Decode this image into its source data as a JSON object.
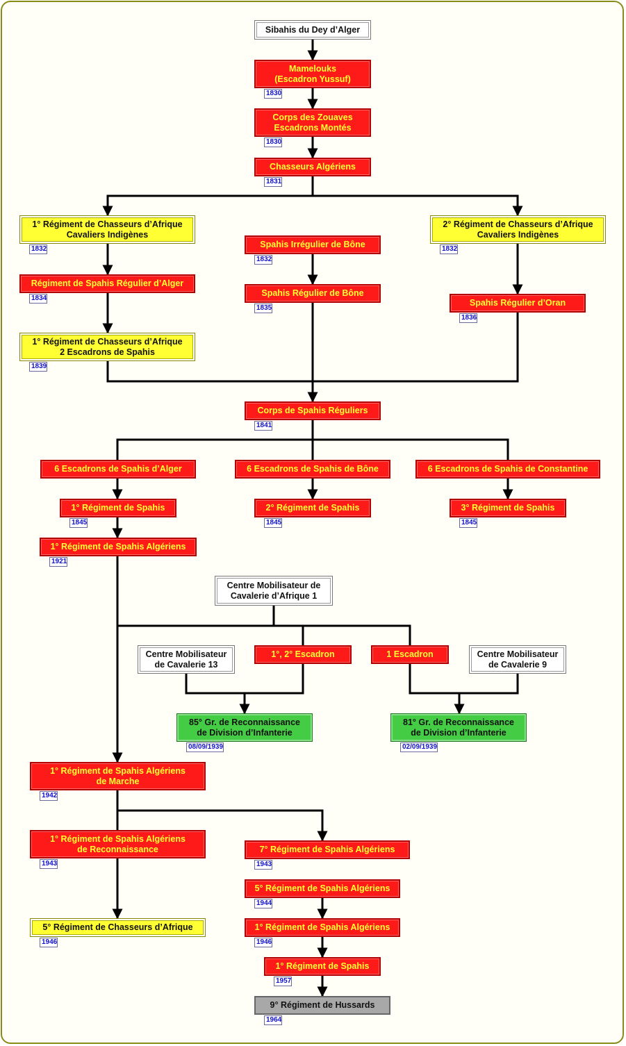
{
  "nodes": [
    {
      "id": "sibahis",
      "label": "Sibahis du Dey d’Alger",
      "style": "white"
    },
    {
      "id": "mamelouks",
      "label": "Mamelouks\n(Escadron Yussuf)",
      "style": "red",
      "date": "1830"
    },
    {
      "id": "zouaves",
      "label": "Corps des Zouaves\nEscadrons Montés",
      "style": "red",
      "date": "1830"
    },
    {
      "id": "chasseurs_alg",
      "label": "Chasseurs Algériens",
      "style": "red",
      "date": "1831"
    },
    {
      "id": "rca1_cav",
      "label": "1° Régiment de Chasseurs d’Afrique\nCavaliers Indigènes",
      "style": "yellow",
      "date": "1832"
    },
    {
      "id": "spahis_irr_bone",
      "label": "Spahis Irrégulier de Bône",
      "style": "red",
      "date": "1832"
    },
    {
      "id": "rca2_cav",
      "label": "2° Régiment de Chasseurs d’Afrique\nCavaliers Indigènes",
      "style": "yellow",
      "date": "1832"
    },
    {
      "id": "rsr_alger",
      "label": "Régiment de Spahis Régulier d’Alger",
      "style": "red",
      "date": "1834"
    },
    {
      "id": "spahis_reg_bone",
      "label": "Spahis Régulier de Bône",
      "style": "red",
      "date": "1835"
    },
    {
      "id": "spahis_reg_oran",
      "label": "Spahis Régulier d’Oran",
      "style": "red",
      "date": "1836"
    },
    {
      "id": "rca1_esc",
      "label": "1° Régiment de Chasseurs d’Afrique\n2 Escadrons de Spahis",
      "style": "yellow",
      "date": "1839"
    },
    {
      "id": "corps_spahis",
      "label": "Corps de Spahis Réguliers",
      "style": "red",
      "date": "1841"
    },
    {
      "id": "esc_alger",
      "label": "6 Escadrons de Spahis d’Alger",
      "style": "red"
    },
    {
      "id": "esc_bone",
      "label": "6 Escadrons de Spahis de Bône",
      "style": "red"
    },
    {
      "id": "esc_const",
      "label": "6 Escadrons de Spahis de Constantine",
      "style": "red"
    },
    {
      "id": "rs1",
      "label": "1° Régiment de Spahis",
      "style": "red",
      "date": "1845"
    },
    {
      "id": "rs2",
      "label": "2° Régiment de Spahis",
      "style": "red",
      "date": "1845"
    },
    {
      "id": "rs3",
      "label": "3° Régiment de Spahis",
      "style": "red",
      "date": "1845"
    },
    {
      "id": "rsa1_1921",
      "label": "1° Régiment de Spahis Algériens",
      "style": "red",
      "date": "1921"
    },
    {
      "id": "cm_caf1",
      "label": "Centre Mobilisateur de\nCavalerie d’Afrique 1",
      "style": "white"
    },
    {
      "id": "cm13",
      "label": "Centre Mobilisateur\nde Cavalerie 13",
      "style": "white"
    },
    {
      "id": "esc12",
      "label": "1°, 2° Escadron",
      "style": "red"
    },
    {
      "id": "esc1",
      "label": "1 Escadron",
      "style": "red"
    },
    {
      "id": "cm9",
      "label": "Centre Mobilisateur\nde Cavalerie 9",
      "style": "white"
    },
    {
      "id": "gr85",
      "label": "85° Gr. de Reconnaissance\nde Division d’Infanterie",
      "style": "green",
      "date": "08/09/1939"
    },
    {
      "id": "gr81",
      "label": "81° Gr. de Reconnaissance\nde Division d’Infanterie",
      "style": "green",
      "date": "02/09/1939"
    },
    {
      "id": "rsa_marche",
      "label": "1° Régiment de Spahis Algériens\nde Marche",
      "style": "red",
      "date": "1942"
    },
    {
      "id": "rsa_reco",
      "label": "1° Régiment de Spahis Algériens\nde Reconnaissance",
      "style": "red",
      "date": "1943"
    },
    {
      "id": "rsa7",
      "label": "7° Régiment de Spahis Algériens",
      "style": "red",
      "date": "1943"
    },
    {
      "id": "rsa5",
      "label": "5° Régiment de Spahis Algériens",
      "style": "red",
      "date": "1944"
    },
    {
      "id": "rca5",
      "label": "5° Régiment de Chasseurs d’Afrique",
      "style": "yellow",
      "date": "1946"
    },
    {
      "id": "rsa1_1946",
      "label": "1° Régiment de Spahis Algériens",
      "style": "red",
      "date": "1946"
    },
    {
      "id": "rs1_1957",
      "label": "1° Régiment de Spahis",
      "style": "red",
      "date": "1957"
    },
    {
      "id": "rh9",
      "label": "9° Régiment de Hussards",
      "style": "gray",
      "date": "1964"
    }
  ],
  "links": [
    {
      "from": "sibahis",
      "to": "mamelouks",
      "arrow": true
    },
    {
      "from": "mamelouks",
      "to": "zouaves",
      "arrow": true
    },
    {
      "from": "zouaves",
      "to": "chasseurs_alg",
      "arrow": true
    },
    {
      "from": "chasseurs_alg",
      "to": "rca1_cav",
      "arrow": true
    },
    {
      "from": "chasseurs_alg",
      "to": "rca2_cav",
      "arrow": true
    },
    {
      "from": "rca1_cav",
      "to": "rsr_alger",
      "arrow": true
    },
    {
      "from": "rsr_alger",
      "to": "rca1_esc",
      "arrow": true
    },
    {
      "from": "spahis_irr_bone",
      "to": "spahis_reg_bone",
      "arrow": true
    },
    {
      "from": "rca2_cav",
      "to": "spahis_reg_oran",
      "arrow": true
    },
    {
      "from": "rca1_esc",
      "to": "corps_spahis",
      "arrow": false
    },
    {
      "from": "spahis_reg_bone",
      "to": "corps_spahis",
      "arrow": true
    },
    {
      "from": "spahis_reg_oran",
      "to": "corps_spahis",
      "arrow": false
    },
    {
      "from": "corps_spahis",
      "to": "esc_alger",
      "arrow": false
    },
    {
      "from": "corps_spahis",
      "to": "esc_bone",
      "arrow": false
    },
    {
      "from": "corps_spahis",
      "to": "esc_const",
      "arrow": false
    },
    {
      "from": "esc_alger",
      "to": "rs1",
      "arrow": true
    },
    {
      "from": "esc_bone",
      "to": "rs2",
      "arrow": true
    },
    {
      "from": "esc_const",
      "to": "rs3",
      "arrow": true
    },
    {
      "from": "rs1",
      "to": "rsa1_1921",
      "arrow": true
    },
    {
      "from": "rsa1_1921",
      "to": "rsa_marche",
      "arrow": true
    },
    {
      "from": "cm_caf1",
      "to": "rsa_marche",
      "arrow": false
    },
    {
      "from": "cm_caf1",
      "to": "esc12",
      "arrow": false
    },
    {
      "from": "cm_caf1",
      "to": "esc1",
      "arrow": false
    },
    {
      "from": "cm13",
      "to": "gr85",
      "arrow": false
    },
    {
      "from": "esc12",
      "to": "gr85",
      "arrow": true
    },
    {
      "from": "esc1",
      "to": "gr81",
      "arrow": true
    },
    {
      "from": "cm9",
      "to": "gr81",
      "arrow": false
    },
    {
      "from": "rsa_marche",
      "to": "rsa_reco",
      "arrow": false
    },
    {
      "from": "rsa_marche",
      "to": "rsa7",
      "arrow": true
    },
    {
      "from": "rsa_reco",
      "to": "rca5",
      "arrow": true
    },
    {
      "from": "rsa5",
      "to": "rsa1_1946",
      "arrow": true
    },
    {
      "from": "rsa1_1946",
      "to": "rs1_1957",
      "arrow": true
    },
    {
      "from": "rs1_1957",
      "to": "rh9",
      "arrow": true
    }
  ]
}
